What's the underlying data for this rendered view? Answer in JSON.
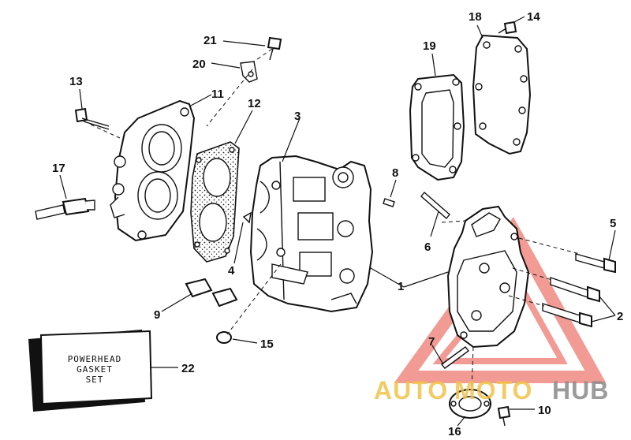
{
  "callouts": {
    "c1": "1",
    "c2": "2",
    "c3": "3",
    "c4": "4",
    "c5": "5",
    "c6": "6",
    "c7": "7",
    "c8": "8",
    "c9": "9",
    "c10": "10",
    "c11": "11",
    "c12": "12",
    "c13": "13",
    "c14": "14",
    "c15": "15",
    "c16": "16",
    "c17": "17",
    "c18": "18",
    "c19": "19",
    "c20": "20",
    "c21": "21",
    "c22": "22"
  },
  "gasket_kit": {
    "line1": "POWERHEAD",
    "line2": "GASKET",
    "line3": "SET"
  },
  "watermark": {
    "part1": "AUTO",
    "part2": "MOTO",
    "part3": "HUB",
    "color_auto": "#f2c24a",
    "color_moto": "#f2c24a",
    "color_hub": "#8a8a8a",
    "triangle_color": "#e8483e"
  }
}
